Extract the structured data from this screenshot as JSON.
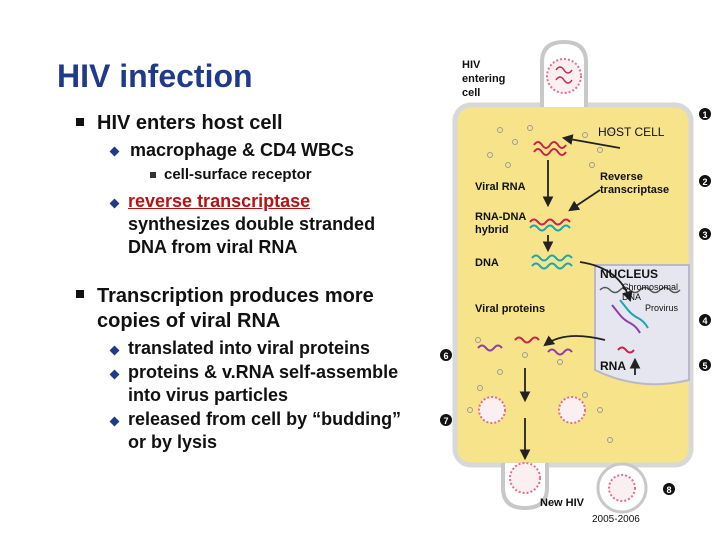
{
  "slide": {
    "title": "HIV infection",
    "bullets": {
      "b1": "HIV enters host cell",
      "b1_1": "macrophage & CD4 WBCs",
      "b1_1_1": "cell-surface receptor",
      "b1_2_link": "reverse transcriptase",
      "b1_2_line2": "synthesizes double stranded",
      "b1_2_line3": "DNA from viral RNA",
      "b2_line1": "Transcription produces more",
      "b2_line2": "copies of viral RNA",
      "b2_1": "translated into viral proteins",
      "b2_2_line1": "proteins & v.RNA self-assemble",
      "b2_2_line2": "into virus particles",
      "b2_3_line1": "released from cell by “budding”",
      "b2_3_line2": "or by lysis"
    }
  },
  "diagram": {
    "entering_line1": "HIV",
    "entering_line2": "entering",
    "entering_line3": "cell",
    "host_cell": "HOST CELL",
    "viral_rna": "Viral RNA",
    "rt_line1": "Reverse",
    "rt_line2": "transcriptase",
    "hybrid_line1": "RNA-DNA",
    "hybrid_line2": "hybrid",
    "dna": "DNA",
    "nucleus": "NUCLEUS",
    "chrom_line1": "Chromosomal",
    "chrom_line2": "DNA",
    "provirus": "Provirus",
    "viral_proteins": "Viral proteins",
    "rna": "RNA",
    "new_hiv": "New HIV",
    "steps": [
      "1",
      "2",
      "3",
      "4",
      "5",
      "6",
      "7",
      "8"
    ],
    "copyright": "2005-2006",
    "colors": {
      "cell_fill": "#f7e48a",
      "cell_border": "#d8d8d8",
      "rna_red": "#c8234a",
      "dna_teal": "#1aa6b0",
      "protein_purple": "#8c3fa8",
      "nucleus_fill": "#e6e6f0",
      "step_badge": "#111111"
    }
  }
}
